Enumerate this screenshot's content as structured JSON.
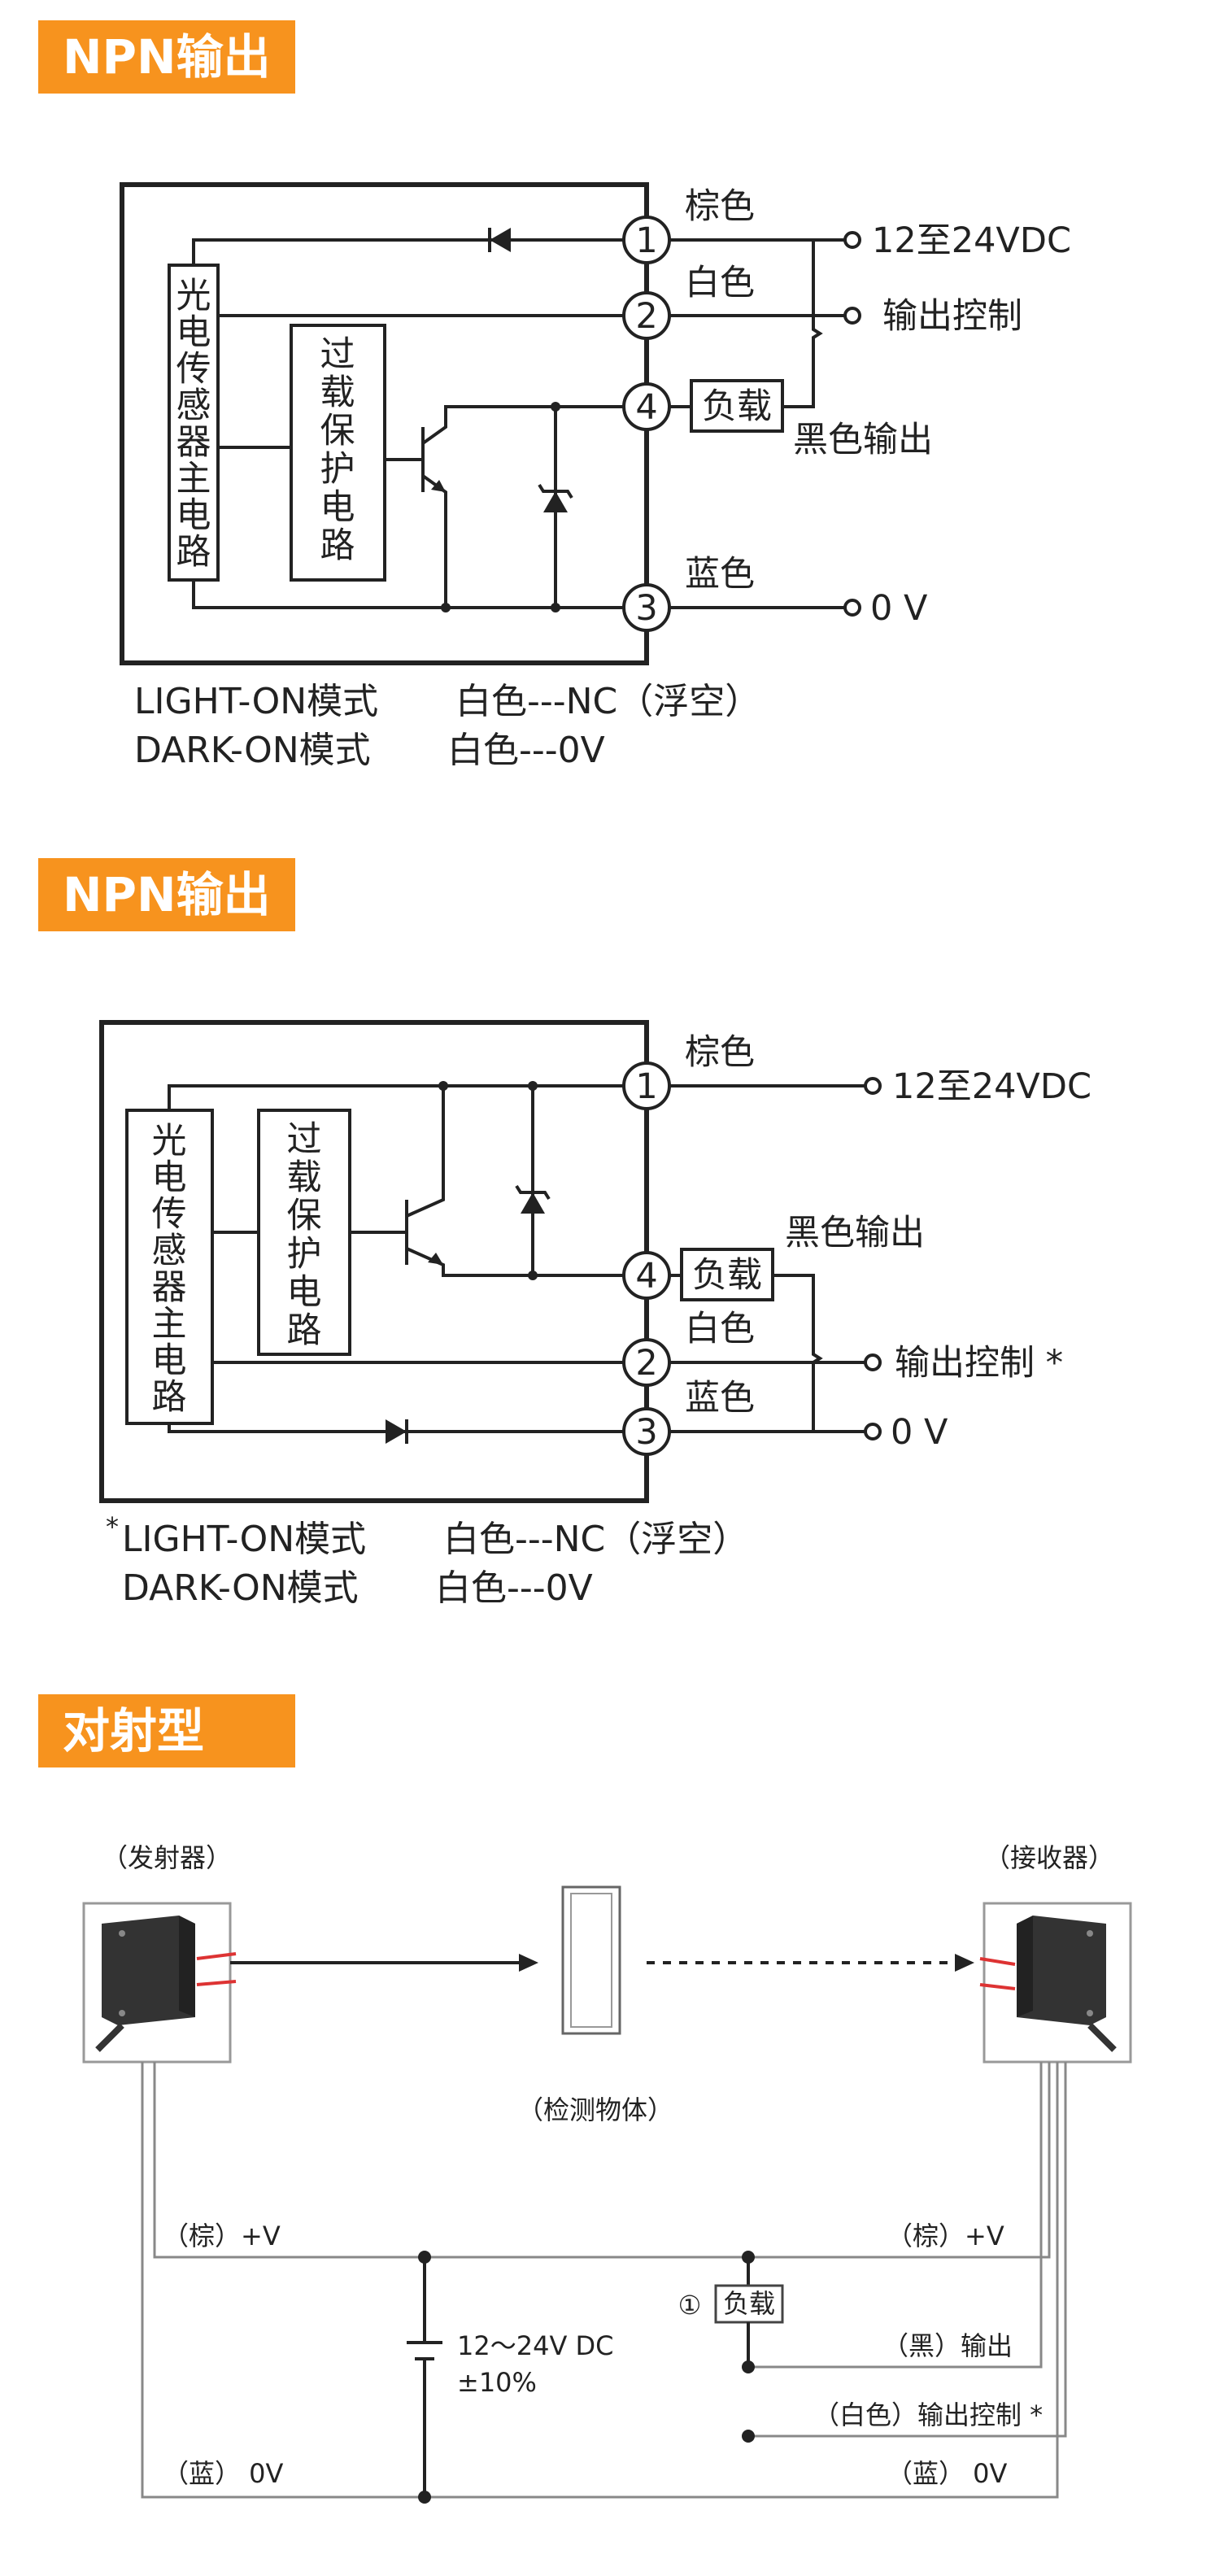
{
  "sections": [
    {
      "header": "NPN输出"
    },
    {
      "header": "NPN输出"
    },
    {
      "header": "对射型"
    }
  ],
  "circuit1": {
    "main_circuit": [
      "光",
      "电",
      "传",
      "感",
      "器",
      "主",
      "电",
      "路"
    ],
    "overload": [
      "过",
      "载",
      "保",
      "护",
      "电",
      "路"
    ],
    "pins": [
      "1",
      "2",
      "4",
      "3"
    ],
    "wires": {
      "brown": "棕色",
      "white": "白色",
      "blue": "蓝色"
    },
    "terminals": {
      "supply": "12至24VDC",
      "control": "输出控制",
      "zero": "0 V"
    },
    "load": "负载",
    "black_out": "黑色输出",
    "mode_light": "LIGHT-ON模式",
    "mode_light_val": "白色---NC（浮空）",
    "mode_dark": "DARK-ON模式",
    "mode_dark_val": "白色---0V"
  },
  "circuit2": {
    "main_circuit": [
      "光",
      "电",
      "传",
      "感",
      "器",
      "主",
      "电",
      "路"
    ],
    "overload": [
      "过",
      "载",
      "保",
      "护",
      "电",
      "路"
    ],
    "pins": [
      "1",
      "4",
      "2",
      "3"
    ],
    "wires": {
      "brown": "棕色",
      "white": "白色",
      "blue": "蓝色"
    },
    "terminals": {
      "supply": "12至24VDC",
      "control": "输出控制 *",
      "zero": "0 V"
    },
    "load": "负载",
    "black_out": "黑色输出",
    "star": "*",
    "mode_light": "LIGHT-ON模式",
    "mode_light_val": "白色---NC（浮空）",
    "mode_dark": "DARK-ON模式",
    "mode_dark_val": "白色---0V"
  },
  "through_beam": {
    "emitter": "（发射器）",
    "receiver": "（接收器）",
    "object": "（检测物体）",
    "brown_left": "（棕）+V",
    "brown_right": "（棕）+V",
    "blue_left": "（蓝） 0V",
    "blue_right": "（蓝） 0V",
    "supply": "12～24V DC",
    "supply_tol": "±10%",
    "load_num": "①",
    "load": "负载",
    "black": "（黑）输出",
    "white": "（白色）输出控制 *"
  }
}
